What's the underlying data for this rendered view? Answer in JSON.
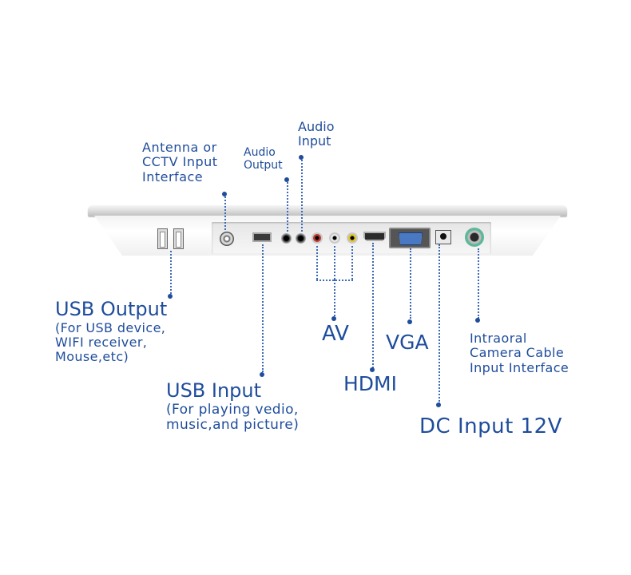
{
  "labels": {
    "antenna": [
      "Antenna or",
      "CCTV Input",
      "Interface"
    ],
    "audio_output": [
      "Audio",
      "Output"
    ],
    "audio_input": [
      "Audio",
      "Input"
    ],
    "usb_output": {
      "title": "USB Output",
      "sub": [
        "(For USB device,",
        "WIFI receiver,",
        "Mouse,etc)"
      ]
    },
    "usb_input": {
      "title": "USB Input",
      "sub": [
        "(For playing vedio,",
        "music,and picture)"
      ]
    },
    "av": "AV",
    "hdmi": "HDMI",
    "vga": "VGA",
    "dc_input": "DC Input 12V",
    "intraoral": [
      "Intraoral",
      "Camera Cable",
      "Input Interface"
    ]
  },
  "colors": {
    "label_text": "#1f4d9c",
    "rca_red": "#c0392b",
    "rca_white": "#e8e8e8",
    "rca_yellow": "#e2c32b",
    "vga_blue": "#4a79c4",
    "camera_green": "#5fb79a"
  },
  "icons": [
    "usb-port-icon",
    "coax-port-icon",
    "audio-jack-icon",
    "rca-port-icon",
    "hdmi-port-icon",
    "vga-port-icon",
    "dc-port-icon",
    "camera-port-icon"
  ]
}
